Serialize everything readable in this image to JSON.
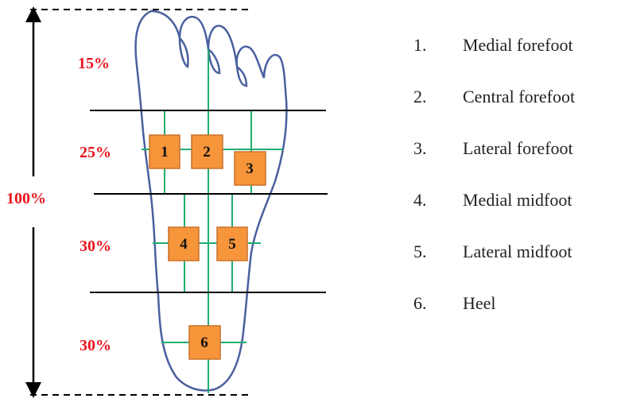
{
  "diagram": {
    "total_label": "100%",
    "zone_labels": [
      "15%",
      "25%",
      "30%",
      "30%"
    ],
    "zones": [
      {
        "number": "1",
        "label": "Medial forefoot"
      },
      {
        "number": "2",
        "label": "Central forefoot"
      },
      {
        "number": "3",
        "label": "Lateral forefoot"
      },
      {
        "number": "4",
        "label": "Medial midfoot"
      },
      {
        "number": "5",
        "label": "Lateral midfoot"
      },
      {
        "number": "6",
        "label": "Heel"
      }
    ],
    "legend": [
      {
        "number": "1.",
        "label": "Medial forefoot"
      },
      {
        "number": "2.",
        "label": "Central forefoot"
      },
      {
        "number": "3.",
        "label": "Lateral forefoot"
      },
      {
        "number": "4.",
        "label": "Medial midfoot"
      },
      {
        "number": "5.",
        "label": "Lateral midfoot"
      },
      {
        "number": "6.",
        "label": "Heel"
      }
    ],
    "colors": {
      "foot_outline": "#4a5f9e",
      "grid_lines": "#1fae6e",
      "zone_box_fill": "#f7953b",
      "zone_box_stroke": "#c8702a",
      "percent_text": "#e8141c",
      "divider_lines": "#000000"
    }
  }
}
